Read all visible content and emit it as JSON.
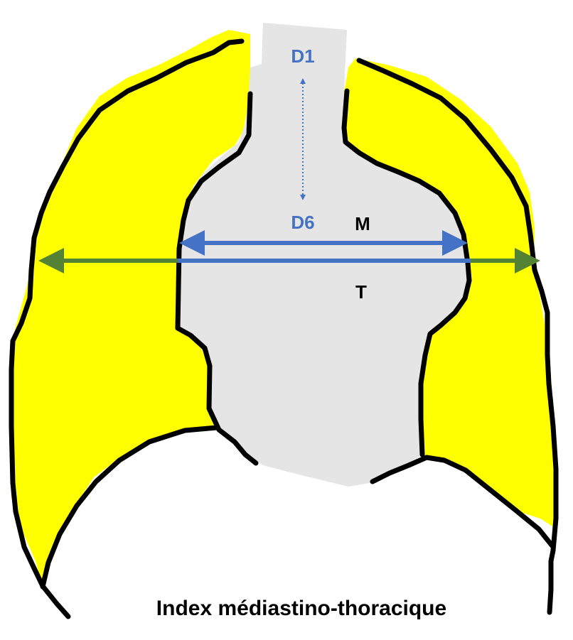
{
  "caption": "Index médiastino-thoracique",
  "labels": {
    "d1": "D1",
    "d6": "D6",
    "m": "M",
    "t": "T"
  },
  "colors": {
    "lung": "#ffff00",
    "mediastinum": "#e5e5e5",
    "outline": "#000000",
    "mediastinal_width": "#4472c4",
    "thoracic_width": "#548235",
    "vertebral_label": "#4472c4",
    "text": "#000000"
  }
}
